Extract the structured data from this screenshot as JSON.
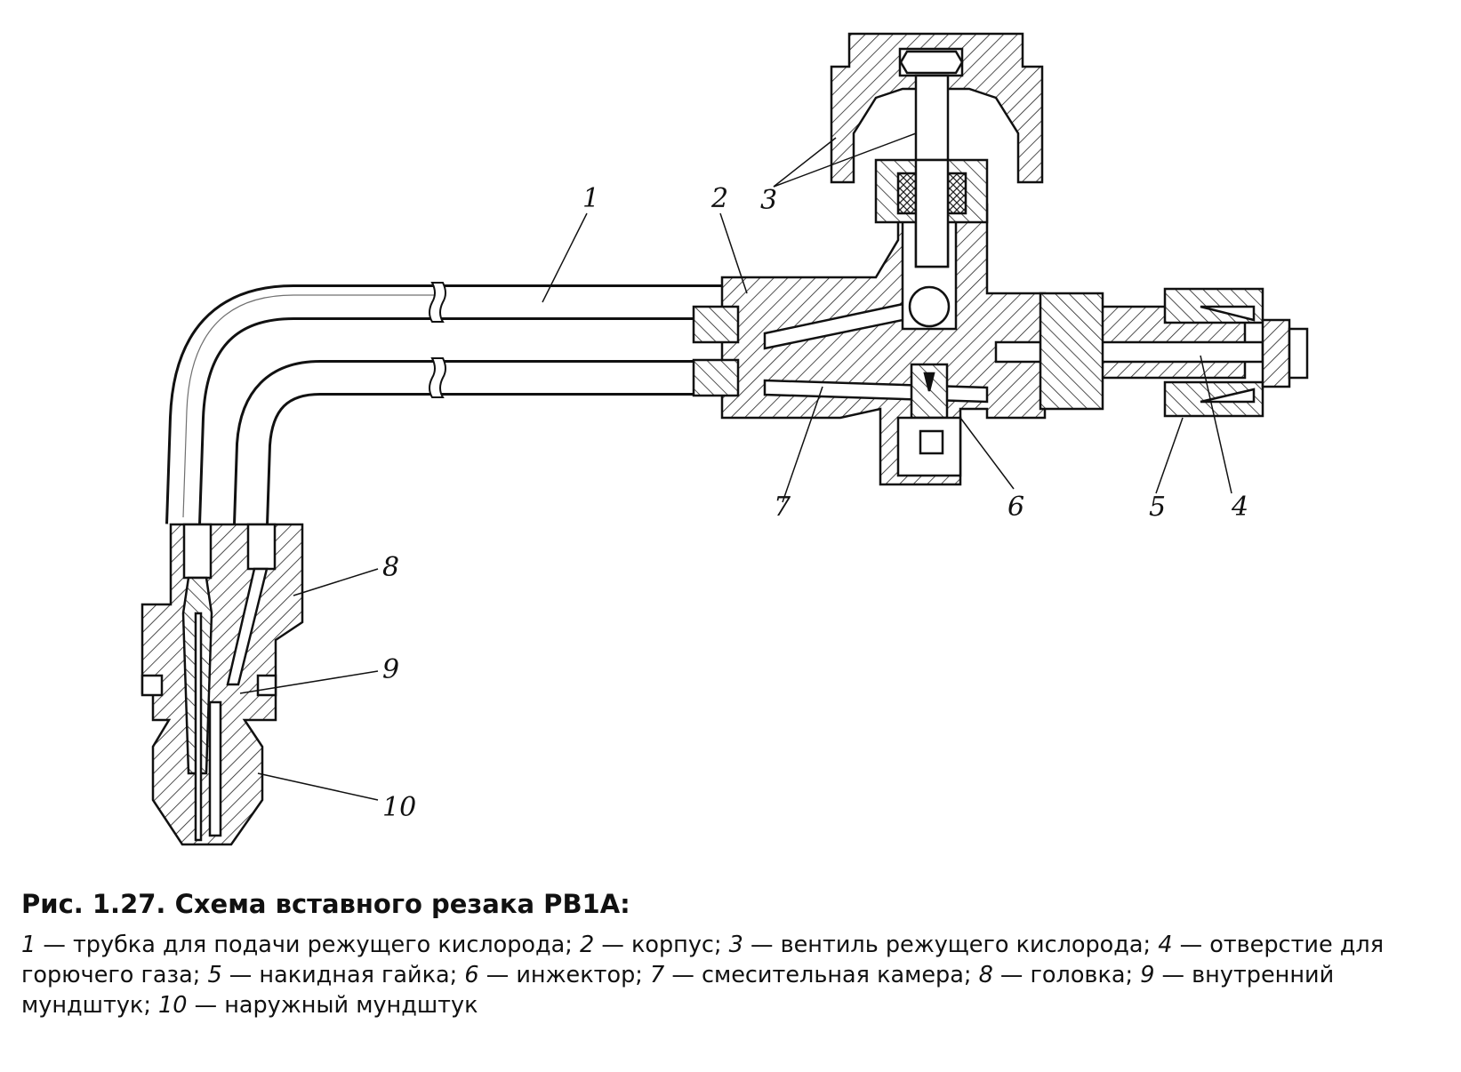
{
  "caption": {
    "fig_no": "Рис. 1.27.",
    "title": "Схема вставного резака РВ1А:"
  },
  "legend": [
    {
      "num": "1",
      "text": "трубка для подачи режущего кислорода"
    },
    {
      "num": "2",
      "text": "корпус"
    },
    {
      "num": "3",
      "text": "вентиль режущего кислорода"
    },
    {
      "num": "4",
      "text": "отверстие для горючего газа"
    },
    {
      "num": "5",
      "text": "накидная гайка"
    },
    {
      "num": "6",
      "text": "инжектор"
    },
    {
      "num": "7",
      "text": "смесительная камера"
    },
    {
      "num": "8",
      "text": "головка"
    },
    {
      "num": "9",
      "text": "внутренний мундштук"
    },
    {
      "num": "10",
      "text": "наружный мундштук"
    }
  ],
  "colors": {
    "ink": "#111111",
    "hatch": "#222222",
    "paper": "#ffffff"
  }
}
